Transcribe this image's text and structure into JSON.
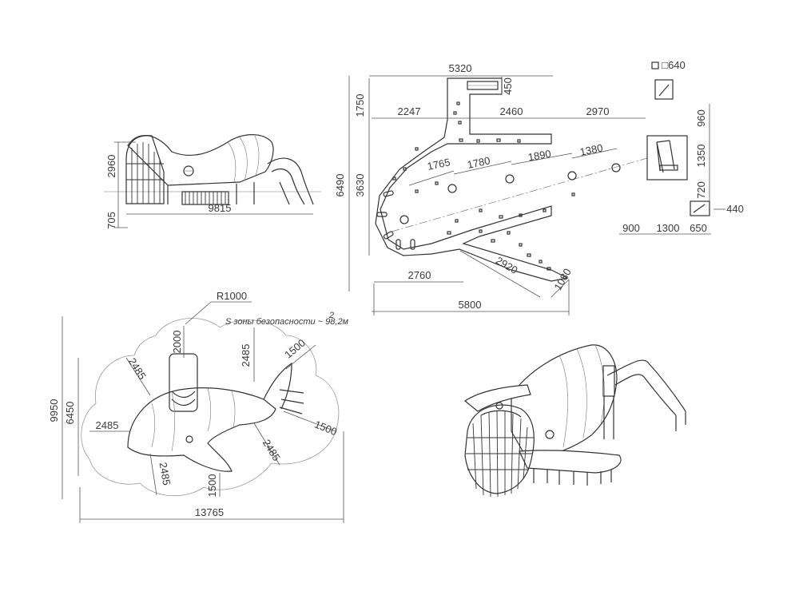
{
  "side_view": {
    "height_label": "2960",
    "base_label": "705",
    "length_label": "9815"
  },
  "plan_view": {
    "top_width_label": "5320",
    "top_notch_label": "450",
    "left_height_label": "1750",
    "total_height_label": "6490",
    "mid_height_label": "3630",
    "seg_2247_label": "2247",
    "seg_2460_label": "2460",
    "seg_2970_label": "2970",
    "seg_1765_label": "1765",
    "seg_1780_label": "1780",
    "seg_1890_label": "1890",
    "seg_1380_label": "1380",
    "seg_2760_label": "2760",
    "seg_2920_label": "2920",
    "seg_1080_label": "1080",
    "bottom_width_label": "5800"
  },
  "detail_view": {
    "square_label": "□640",
    "h960_label": "960",
    "h1350_label": "1350",
    "h720_label": "720",
    "w440_label": "440",
    "w900_label": "900",
    "w1300_label": "1300",
    "w650_label": "650"
  },
  "safety_zone_view": {
    "radius_label": "R1000",
    "area_note": "S зоны безопасности ~ 98,2м",
    "area_exponent": "2",
    "d2000_label": "2000",
    "d2485_top_label": "2485",
    "d1500_top_label": "1500",
    "d2485_left_upper_label": "2485",
    "d2485_left_label": "2485",
    "d1500_right_label": "1500",
    "d2485_right_lower_label": "2485",
    "d2485_bottom_label": "2485",
    "d1500_bottom_label": "1500",
    "total_height_label": "9950",
    "inner_height_label": "6450",
    "total_width_label": "13765"
  },
  "colors": {
    "line": "#333333",
    "dimension": "#555555",
    "background": "#ffffff"
  }
}
